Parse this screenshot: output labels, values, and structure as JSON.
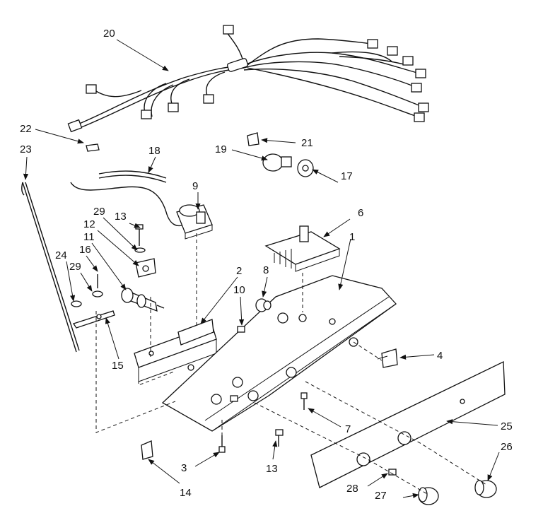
{
  "diagram": {
    "callouts": {
      "c1": "1",
      "c2": "2",
      "c3": "3",
      "c4": "4",
      "c6": "6",
      "c7": "7",
      "c8": "8",
      "c9": "9",
      "c10": "10",
      "c11": "11",
      "c12": "12",
      "c13a": "13",
      "c13b": "13",
      "c14": "14",
      "c15": "15",
      "c16": "16",
      "c17": "17",
      "c18": "18",
      "c19": "19",
      "c20": "20",
      "c21": "21",
      "c22": "22",
      "c23": "23",
      "c24": "24",
      "c25": "25",
      "c26": "26",
      "c27": "27",
      "c28": "28",
      "c29a": "29",
      "c29b": "29"
    }
  }
}
